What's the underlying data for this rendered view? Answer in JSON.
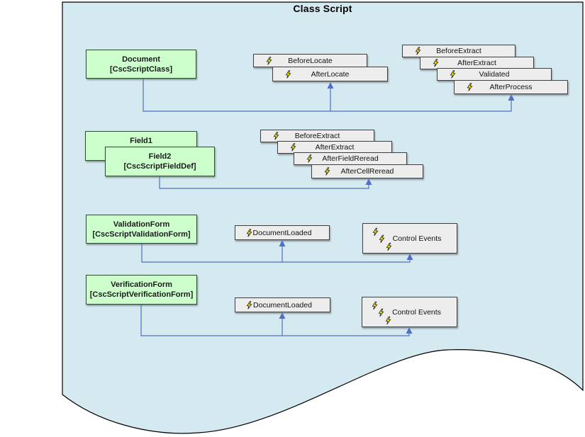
{
  "title": "Class Script",
  "colors": {
    "region_fill": "#d5e9f1",
    "region_border": "#000000",
    "class_box_fill": "#ccffcc",
    "class_box_border": "#27502a",
    "event_box_fill": "#ededed",
    "event_box_border": "#3f3f3f",
    "connector": "#4f6fc8",
    "bolt_fill": "#ffee00"
  },
  "boxes": {
    "document": {
      "line1": "Document",
      "line2": "[CscScriptClass]"
    },
    "field1": {
      "line1": "Field1"
    },
    "field2": {
      "line1": "Field2",
      "line2": "[CscScriptFieldDef]"
    },
    "validation": {
      "line1": "ValidationForm",
      "line2": "[CscScriptValidationForm]"
    },
    "verification": {
      "line1": "VerificationForm",
      "line2": "[CscScriptVerificationForm]"
    }
  },
  "events": {
    "before_locate": "BeforeLocate",
    "after_locate": "AfterLocate",
    "before_extract_class": "BeforeExtract",
    "after_extract_class": "AfterExtract",
    "validated": "Validated",
    "after_process": "AfterProcess",
    "before_extract_field": "BeforeExtract",
    "after_extract_field": "AfterExtract",
    "after_field_reread": "AfterFieldReread",
    "after_cell_reread": "AfterCellReread",
    "document_loaded_validation": "DocumentLoaded",
    "control_events_validation": "Control Events",
    "document_loaded_verification": "DocumentLoaded",
    "control_events_verification": "Control Events"
  }
}
